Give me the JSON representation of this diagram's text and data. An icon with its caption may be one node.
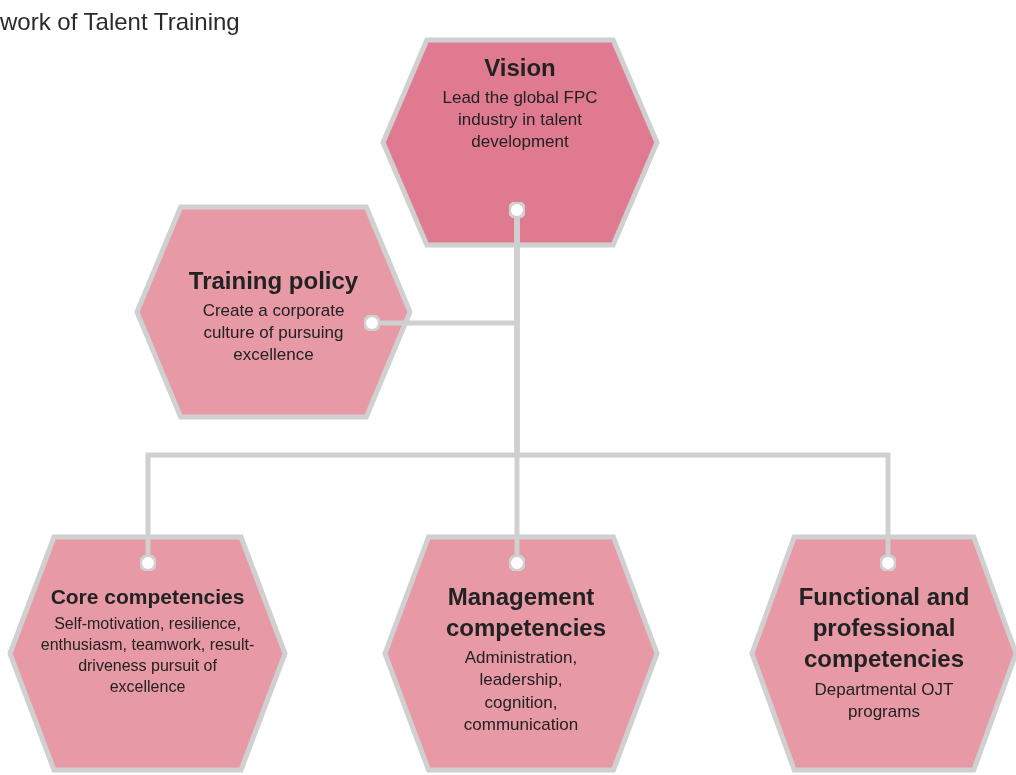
{
  "diagram": {
    "title": "work of Talent Training",
    "nodes": [
      {
        "text": [
          "Vision",
          "Lead the global FPC industry in talent development"
        ]
      },
      {
        "text": [
          "Training policy",
          "Create a corporate culture of pursuing excellence"
        ]
      },
      {
        "text": [
          "Core competencies",
          "Self-motivation, resilience, enthusiasm, teamwork, result-driveness pursuit of excellence"
        ]
      },
      {
        "text": [
          "Management competencies",
          "Administration, leadership, cognition, communication"
        ]
      },
      {
        "text": [
          "Functional and professional competencies",
          "Departmental OJT programs"
        ]
      }
    ],
    "edges": [
      {
        "from": 0,
        "to": 1,
        "arrow": "other"
      },
      {
        "from": 0,
        "to": 2,
        "arrow": "other"
      },
      {
        "from": 0,
        "to": 3,
        "arrow": "other"
      },
      {
        "from": 0,
        "to": 4,
        "arrow": "other"
      }
    ]
  }
}
